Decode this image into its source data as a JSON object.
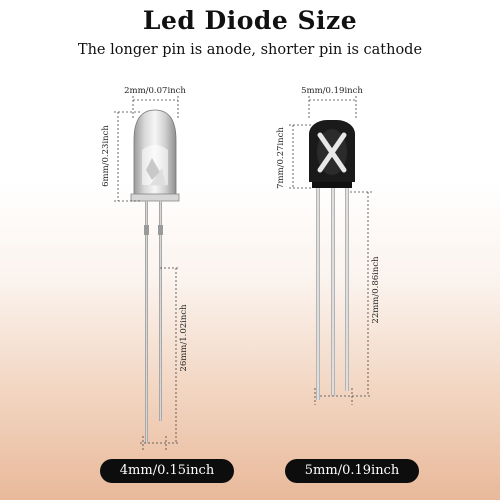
{
  "title": "Led Diode Size",
  "subtitle": "The longer pin is anode, shorter pin is cathode",
  "led": {
    "width_label": "2mm/0.07inch",
    "height_label": "6mm/0.23inch",
    "pin_label": "26mm/1.02inch",
    "size_label": "4mm/0.15inch"
  },
  "receiver": {
    "width_label": "5mm/0.19inch",
    "height_label": "7mm/0.27inch",
    "pin_label": "22mm/0.86inch",
    "size_label": "5mm/0.19inch"
  },
  "colors": {
    "pill_bg": "#0d0d0d",
    "receiver_body": "#1a1a1a",
    "bottom_gradient": "#e9b99a"
  }
}
